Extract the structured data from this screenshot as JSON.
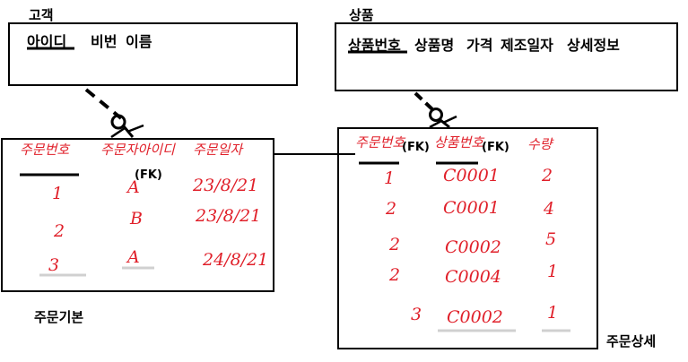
{
  "customer": {
    "name": "고객",
    "attributes": [
      "아이디",
      "비번",
      "이름"
    ]
  },
  "product": {
    "name": "상품",
    "attributes": [
      "상품번호",
      "상품명",
      "가격",
      "제조일자",
      "상세정보"
    ]
  },
  "order_basic": {
    "name": "주문기본",
    "headers": [
      "주문번호",
      "주문자아이디",
      "주문일자"
    ],
    "fk": "(FK)",
    "rows": [
      [
        "1",
        "A",
        "23/8/21"
      ],
      [
        "2",
        "B",
        "23/8/21"
      ],
      [
        "3",
        "A",
        "24/8/21"
      ]
    ]
  },
  "order_detail": {
    "name": "주문상세",
    "headers": [
      "주문번호",
      "상품번호",
      "수량"
    ],
    "fk": "(FK)",
    "rows": [
      [
        "1",
        "C0001",
        "2"
      ],
      [
        "2",
        "C0001",
        "4"
      ],
      [
        "2",
        "C0002",
        "5"
      ],
      [
        "2",
        "C0004",
        "1"
      ],
      [
        "3",
        "C0002",
        "1"
      ]
    ]
  },
  "colors": {
    "handwriting": "#e0202a",
    "lines": "#000000"
  }
}
